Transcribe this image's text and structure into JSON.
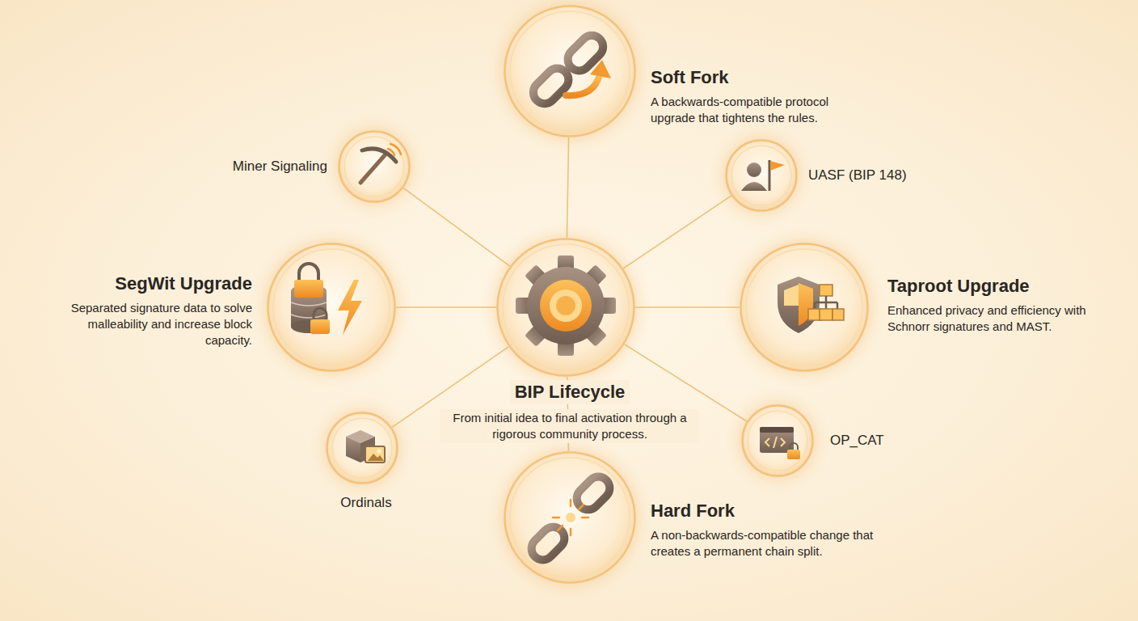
{
  "diagram": {
    "nodes": [
      {
        "text": [
          "Soft Fork",
          "A backwards-compatible protocol upgrade that tightens the rules."
        ]
      },
      {
        "text": [
          "Miner Signaling"
        ]
      },
      {
        "text": [
          "UASF (BIP 148)"
        ]
      },
      {
        "text": [
          "SegWit Upgrade",
          "Separated signature data to solve malleability and increase block capacity."
        ]
      },
      {
        "text": [
          "BIP Lifecycle",
          "From initial idea to final activation through a rigorous community process."
        ]
      },
      {
        "text": [
          "Taproot Upgrade",
          "Enhanced privacy and efficiency with Schnorr signatures and MAST."
        ]
      },
      {
        "text": [
          "Ordinals"
        ]
      },
      {
        "text": [
          "OP_CAT"
        ]
      },
      {
        "text": [
          "Hard Fork",
          "A non-backwards-compatible change that creates a permanent chain split."
        ]
      }
    ],
    "edges": [
      {
        "from": 4,
        "to": 0,
        "arrow": "none"
      },
      {
        "from": 4,
        "to": 1,
        "arrow": "none"
      },
      {
        "from": 4,
        "to": 2,
        "arrow": "none"
      },
      {
        "from": 4,
        "to": 3,
        "arrow": "none"
      },
      {
        "from": 4,
        "to": 5,
        "arrow": "none"
      },
      {
        "from": 4,
        "to": 6,
        "arrow": "none"
      },
      {
        "from": 4,
        "to": 7,
        "arrow": "none"
      },
      {
        "from": 4,
        "to": 8,
        "arrow": "none"
      }
    ]
  }
}
